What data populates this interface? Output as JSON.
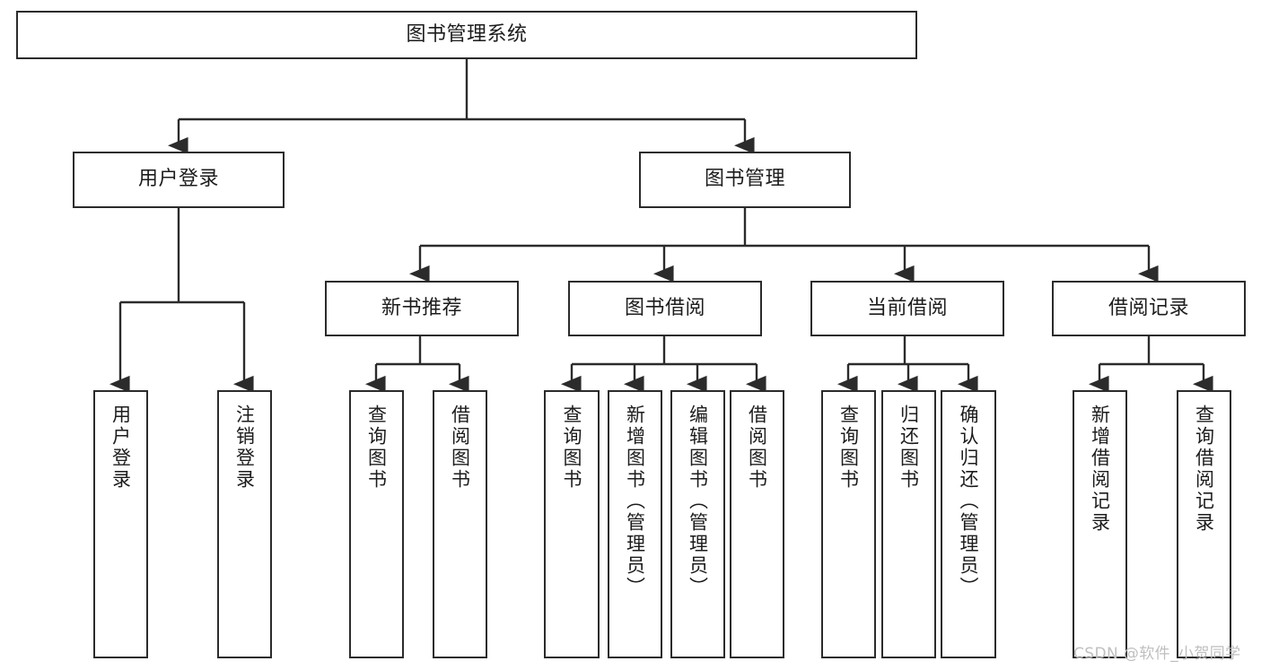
{
  "diagram": {
    "title_node": {
      "id": "root",
      "label": "图书管理系统"
    },
    "level2": [
      {
        "id": "user-login",
        "label": "用户登录"
      },
      {
        "id": "book-manage",
        "label": "图书管理"
      }
    ],
    "level3": [
      {
        "id": "new-book-recommend",
        "label": "新书推荐"
      },
      {
        "id": "book-borrow",
        "label": "图书借阅"
      },
      {
        "id": "current-borrow",
        "label": "当前借阅"
      },
      {
        "id": "borrow-record",
        "label": "借阅记录"
      }
    ],
    "leaves": [
      {
        "id": "leaf-user-login",
        "label": "用户登录",
        "parent": "user-login"
      },
      {
        "id": "leaf-logout",
        "label": "注销登录",
        "parent": "user-login"
      },
      {
        "id": "leaf-query-book-1",
        "label": "查询图书",
        "parent": "new-book-recommend"
      },
      {
        "id": "leaf-borrow-book-1",
        "label": "借阅图书",
        "parent": "new-book-recommend"
      },
      {
        "id": "leaf-query-book-2",
        "label": "查询图书",
        "parent": "book-borrow"
      },
      {
        "id": "leaf-add-book",
        "label": "新增图书（管理员）",
        "parent": "book-borrow"
      },
      {
        "id": "leaf-edit-book",
        "label": "编辑图书（管理员）",
        "parent": "book-borrow"
      },
      {
        "id": "leaf-borrow-book-2",
        "label": "借阅图书",
        "parent": "book-borrow"
      },
      {
        "id": "leaf-query-book-3",
        "label": "查询图书",
        "parent": "current-borrow"
      },
      {
        "id": "leaf-return-book",
        "label": "归还图书",
        "parent": "current-borrow"
      },
      {
        "id": "leaf-confirm-return",
        "label": "确认归还（管理员）",
        "parent": "current-borrow"
      },
      {
        "id": "leaf-add-record",
        "label": "新增借阅记录",
        "parent": "borrow-record"
      },
      {
        "id": "leaf-query-record",
        "label": "查询借阅记录",
        "parent": "borrow-record"
      }
    ],
    "watermark": "CSDN @软件_小贺同学",
    "colors": {
      "stroke": "#2b2b2b",
      "background": "#ffffff",
      "text": "#1c1c1c",
      "watermark": "#bfbfbf"
    }
  }
}
